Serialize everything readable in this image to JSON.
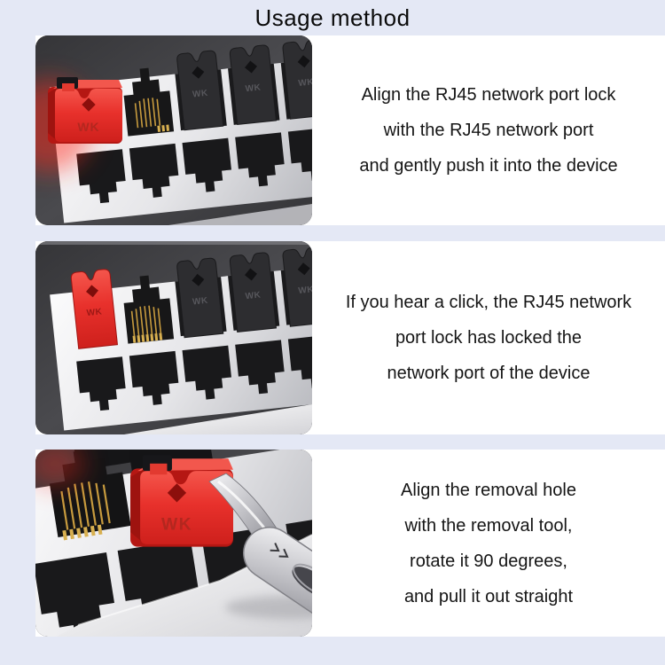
{
  "page": {
    "title": "Usage method",
    "background_color": "#e4e8f5",
    "card_color": "#ffffff",
    "text_color": "#151515",
    "accent_red": "#e63430",
    "plate_silver": "#e9e9ec",
    "device_dark": "#3d3d40",
    "pin_gold": "#c79b3e"
  },
  "brand": {
    "logo": "WK"
  },
  "steps": [
    {
      "id": 1,
      "image_name": "lock-aligned-with-port-photo",
      "lines": [
        "Align the RJ45 network port lock",
        "with the RJ45 network port",
        "and gently push it into the device"
      ]
    },
    {
      "id": 2,
      "image_name": "lock-clicked-into-port-photo",
      "lines": [
        "If you hear a click, the RJ45 network",
        "port lock has locked the",
        "network port of the device"
      ]
    },
    {
      "id": 3,
      "image_name": "removal-tool-photo",
      "lines": [
        "Align the removal hole",
        "with the removal tool,",
        "rotate it 90 degrees,",
        "and pull it out straight"
      ]
    }
  ]
}
